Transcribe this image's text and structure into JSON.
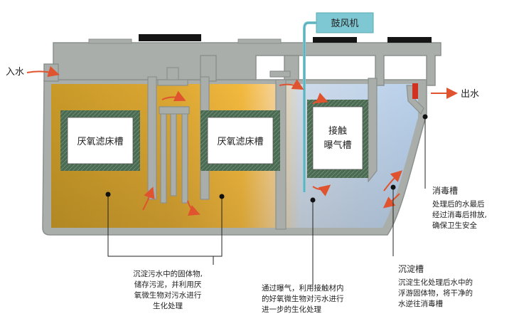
{
  "labels": {
    "inlet": "入水",
    "outlet": "出水",
    "blower": "鼓风机",
    "anaerobic_1": "厌氧滤床槽",
    "anaerobic_2": "厌氧滤床槽",
    "contact_line1": "接触",
    "contact_line2": "曝气槽",
    "disinfection_title": "消毒槽",
    "sedimentation_title": "沉淀槽"
  },
  "notes": {
    "disinfection": [
      "处理后的水最后",
      "经过消毒后排放,",
      "确保卫生安全"
    ],
    "anaerobic": [
      "沉淀污水中的固体物,",
      "储存污泥，并利用厌",
      "氧微生物对污水进行",
      "生化处理"
    ],
    "aeration": [
      "通过曝气，利用接触材内",
      "的好氧微生物对污水进行",
      "进一步的生化处理"
    ],
    "sedimentation": [
      "沉淀生化处理后水中的",
      "浮游固体物，将干净的",
      "水逆往消毒槽"
    ]
  },
  "colors": {
    "tank_wall": "#a9aeab",
    "wall_stroke": "#8b908d",
    "sludge_left": "#c99a28",
    "sludge_mid": "#f0b434",
    "clean_water": "#bcd3ec",
    "flow_arrow": "#e0532f",
    "filter_media": "#4a6a52",
    "blower_box": "#7ec8d4",
    "disinfect_marker": "#d23020"
  }
}
